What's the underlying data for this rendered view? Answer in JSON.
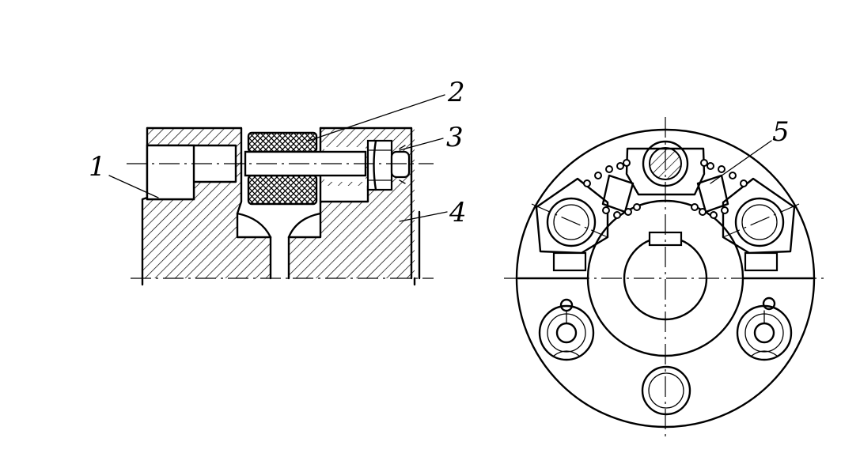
{
  "labels": {
    "part_1": "1",
    "part_2": "2",
    "part_3": "3",
    "part_4": "4",
    "part_5": "5"
  },
  "colors": {
    "ink": "#000000",
    "paper": "#ffffff"
  }
}
